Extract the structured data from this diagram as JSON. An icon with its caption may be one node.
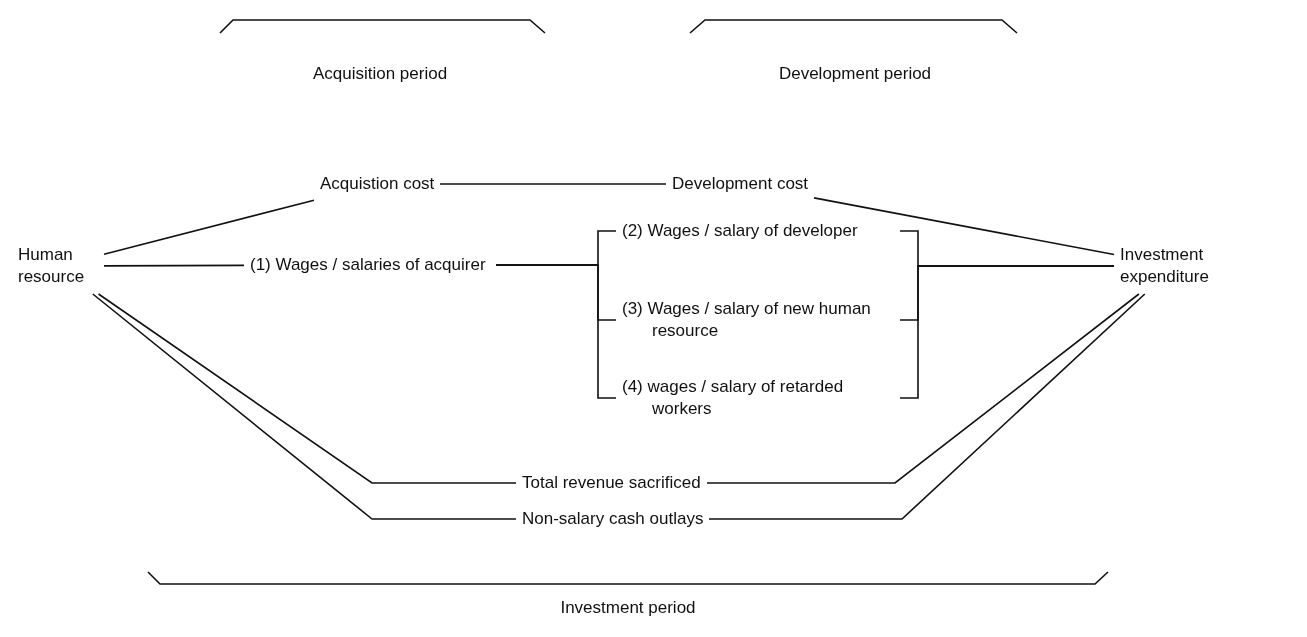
{
  "diagram": {
    "nodes": [
      {
        "text": [
          "Human resource"
        ]
      },
      {
        "text": [
          "Acquistion cost"
        ]
      },
      {
        "text": [
          "Development cost"
        ]
      },
      {
        "text": [
          "Investment expenditure"
        ]
      },
      {
        "text": [
          "(1) Wages / salaries of acquirer"
        ]
      },
      {
        "text": [
          "(2) Wages / salary of developer"
        ]
      },
      {
        "text": [
          "(3) Wages / salary of new human resource"
        ]
      },
      {
        "text": [
          "(4) wages / salary of retarded workers"
        ]
      },
      {
        "text": [
          "Total revenue sacrificed"
        ]
      },
      {
        "text": [
          "Non-salary cash outlays"
        ]
      }
    ],
    "edges": [
      {
        "from": 0,
        "to": 1,
        "arrow": "none"
      },
      {
        "from": 1,
        "to": 2,
        "arrow": "none"
      },
      {
        "from": 2,
        "to": 3,
        "arrow": "none"
      },
      {
        "from": 0,
        "to": 4,
        "arrow": "none"
      },
      {
        "from": 4,
        "to": 5,
        "arrow": "none"
      },
      {
        "from": 4,
        "to": 6,
        "arrow": "none"
      },
      {
        "from": 4,
        "to": 7,
        "arrow": "none"
      },
      {
        "from": 5,
        "to": 3,
        "arrow": "none"
      },
      {
        "from": 6,
        "to": 3,
        "arrow": "none"
      },
      {
        "from": 7,
        "to": 3,
        "arrow": "none"
      },
      {
        "from": 0,
        "to": 8,
        "arrow": "none"
      },
      {
        "from": 0,
        "to": 9,
        "arrow": "none"
      },
      {
        "from": 8,
        "to": 3,
        "arrow": "none"
      },
      {
        "from": 9,
        "to": 3,
        "arrow": "none"
      }
    ],
    "labels": [
      "Acquisition period",
      "Development period",
      "Investment period"
    ]
  }
}
